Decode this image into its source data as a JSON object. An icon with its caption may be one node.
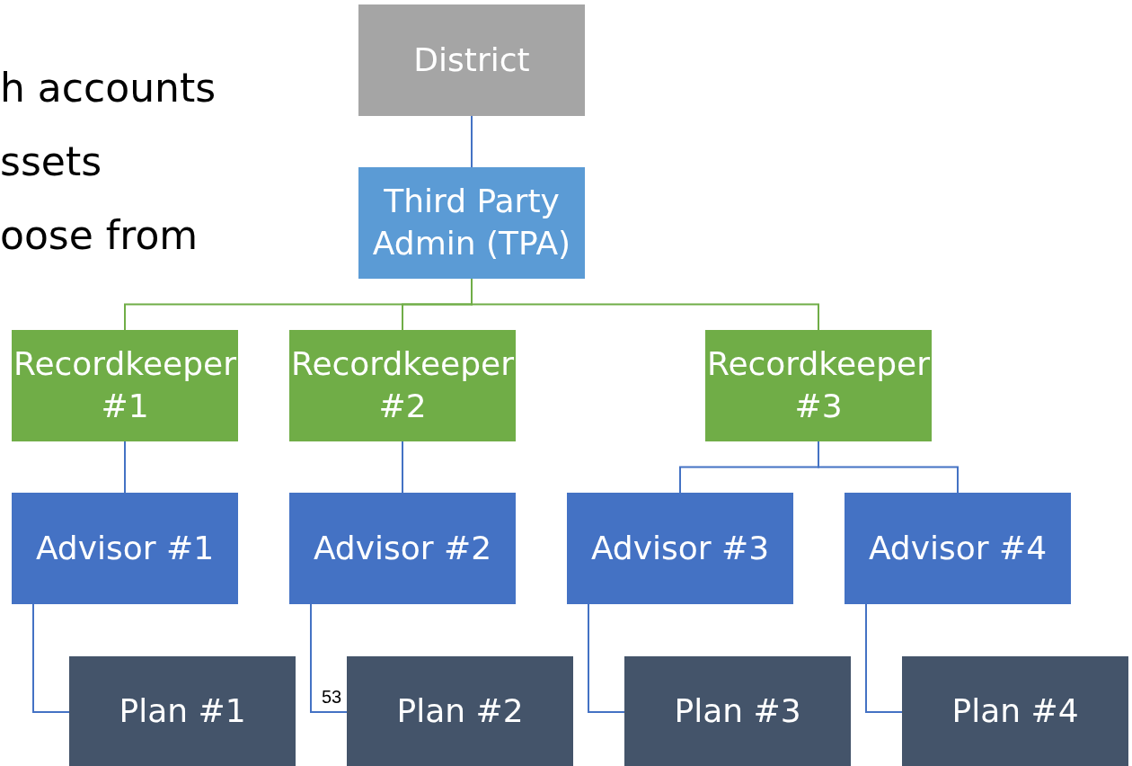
{
  "diagram": {
    "nodes": [
      {
        "text": [
          "District"
        ]
      },
      {
        "text": [
          "Third Party Admin (TPA)"
        ]
      },
      {
        "text": [
          "Recordkeeper #1"
        ]
      },
      {
        "text": [
          "Recordkeeper #2"
        ]
      },
      {
        "text": [
          "Recordkeeper #3"
        ]
      },
      {
        "text": [
          "Advisor #1"
        ]
      },
      {
        "text": [
          "Advisor #2"
        ]
      },
      {
        "text": [
          "Advisor #3"
        ]
      },
      {
        "text": [
          "Advisor #4"
        ]
      },
      {
        "text": [
          "Plan #1"
        ]
      },
      {
        "text": [
          "Plan #2"
        ]
      },
      {
        "text": [
          "Plan #3"
        ]
      },
      {
        "text": [
          "Plan #4"
        ]
      }
    ],
    "edges": [
      {
        "from": 0,
        "to": 1,
        "arrow": "none"
      },
      {
        "from": 1,
        "to": 2,
        "arrow": "none",
        "color": "#70ad47"
      },
      {
        "from": 1,
        "to": 3,
        "arrow": "none",
        "color": "#70ad47"
      },
      {
        "from": 1,
        "to": 4,
        "arrow": "none",
        "color": "#70ad47"
      },
      {
        "from": 2,
        "to": 5,
        "arrow": "none"
      },
      {
        "from": 3,
        "to": 6,
        "arrow": "none"
      },
      {
        "from": 4,
        "to": 7,
        "arrow": "none"
      },
      {
        "from": 4,
        "to": 8,
        "arrow": "none"
      },
      {
        "from": 5,
        "to": 9,
        "arrow": "none"
      },
      {
        "from": 6,
        "to": 10,
        "arrow": "none"
      },
      {
        "from": 7,
        "to": 11,
        "arrow": "none"
      },
      {
        "from": 8,
        "to": 12,
        "arrow": "none"
      }
    ],
    "labels": [
      "h accounts",
      "ssets",
      "oose from",
      "53"
    ]
  }
}
